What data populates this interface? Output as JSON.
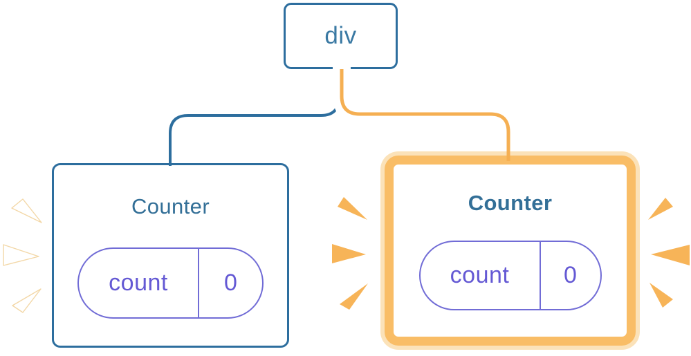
{
  "diagram": {
    "description": "React component tree: a div root with two Counter children; the right Counter is highlighted as updating",
    "root_node": {
      "label": "div"
    },
    "left_counter": {
      "title": "Counter",
      "state_key": "count",
      "state_value": "0",
      "highlighted": false,
      "spark_count": 3,
      "spark_color": "#FFFFFF"
    },
    "right_counter": {
      "title": "Counter",
      "state_key": "count",
      "state_value": "0",
      "highlighted": true,
      "spark_count": 6,
      "spark_color": "#F7B458"
    },
    "colors": {
      "node_border_blue": "#2D6E9E",
      "node_text_blue": "#3A79A3",
      "counter_title_blue": "#336F97",
      "pill_border_purple": "#716CD6",
      "pill_text_purple": "#6459D4",
      "edge_blue": "#2D6E9E",
      "edge_orange": "#F5AF52",
      "highlight_band_orange": "#F9BD66",
      "highlight_ring_light": "#FBE2B9",
      "card_background": "#FFFFFF"
    }
  }
}
